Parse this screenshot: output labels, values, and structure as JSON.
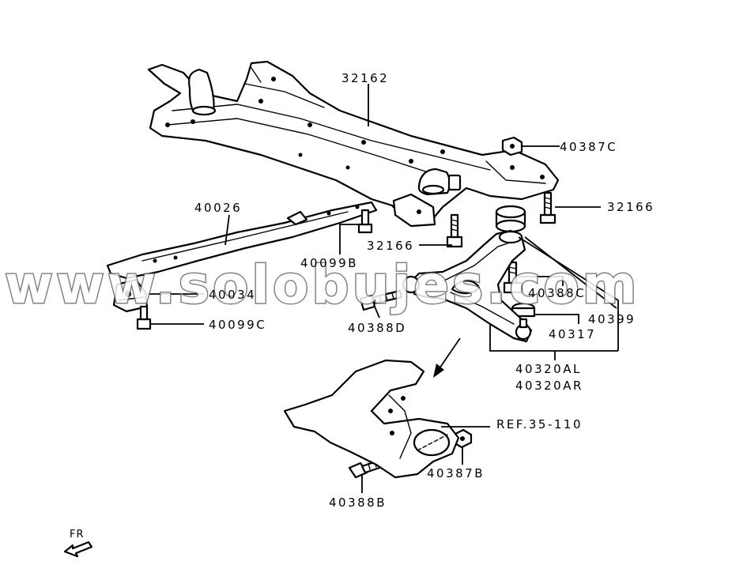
{
  "diagram": {
    "watermark": "www.solobujes.com",
    "direction_label": "FR",
    "labels": {
      "crossmember": "32162",
      "nut_40387c": "40387C",
      "bolt_32166_right": "32166",
      "brace": "40026",
      "bolt_40099b": "40099B",
      "bolt_32166_left": "32166",
      "bracket_40034": "40034",
      "bolt_40099c": "40099C",
      "bolt_40388d": "40388D",
      "bolt_40388c": "40388C",
      "bushing_40399": "40399",
      "balljoint_40317": "40317",
      "arm_left": "40320AL",
      "arm_right": "40320AR",
      "knuckle_ref": "REF.35-110",
      "nut_40387b": "40387B",
      "bolt_40388b": "40388B"
    }
  }
}
